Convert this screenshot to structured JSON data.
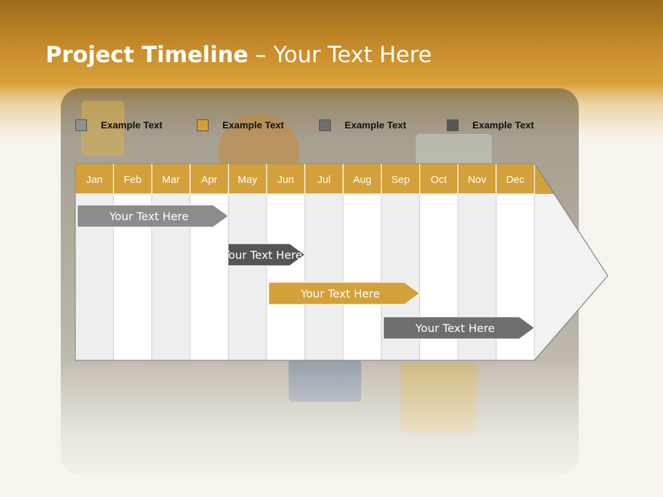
{
  "slide": {
    "title_bold": "Project Timeline",
    "title_rest": " – Your Text Here"
  },
  "legend": [
    {
      "label": "Example Text",
      "color": "#909090"
    },
    {
      "label": "Example Text",
      "color": "#d4a03a"
    },
    {
      "label": "Example Text",
      "color": "#6e6e6e"
    },
    {
      "label": "Example Text",
      "color": "#555555"
    }
  ],
  "chart_data": {
    "type": "gantt",
    "categories": [
      "Jan",
      "Feb",
      "Mar",
      "Apr",
      "May",
      "Jun",
      "Jul",
      "Aug",
      "Sep",
      "Oct",
      "Nov",
      "Dec"
    ],
    "tasks": [
      {
        "label": "Your  Text Here",
        "start_month": "Jan",
        "end_month": "Apr",
        "color": "#8c8c8c"
      },
      {
        "label": "Your  Text Here",
        "start_month": "Apr",
        "end_month": "Jun",
        "color": "#555555"
      },
      {
        "label": "Your  Text Here",
        "start_month": "Jun",
        "end_month": "Sep",
        "color": "#d4a03a"
      },
      {
        "label": "Your  Text Here",
        "start_month": "Sep",
        "end_month": "Dec",
        "color": "#6e6e6e"
      }
    ],
    "colors": {
      "header": "#d4a03a",
      "column_alt": "#eeeeee",
      "column": "#ffffff"
    }
  }
}
